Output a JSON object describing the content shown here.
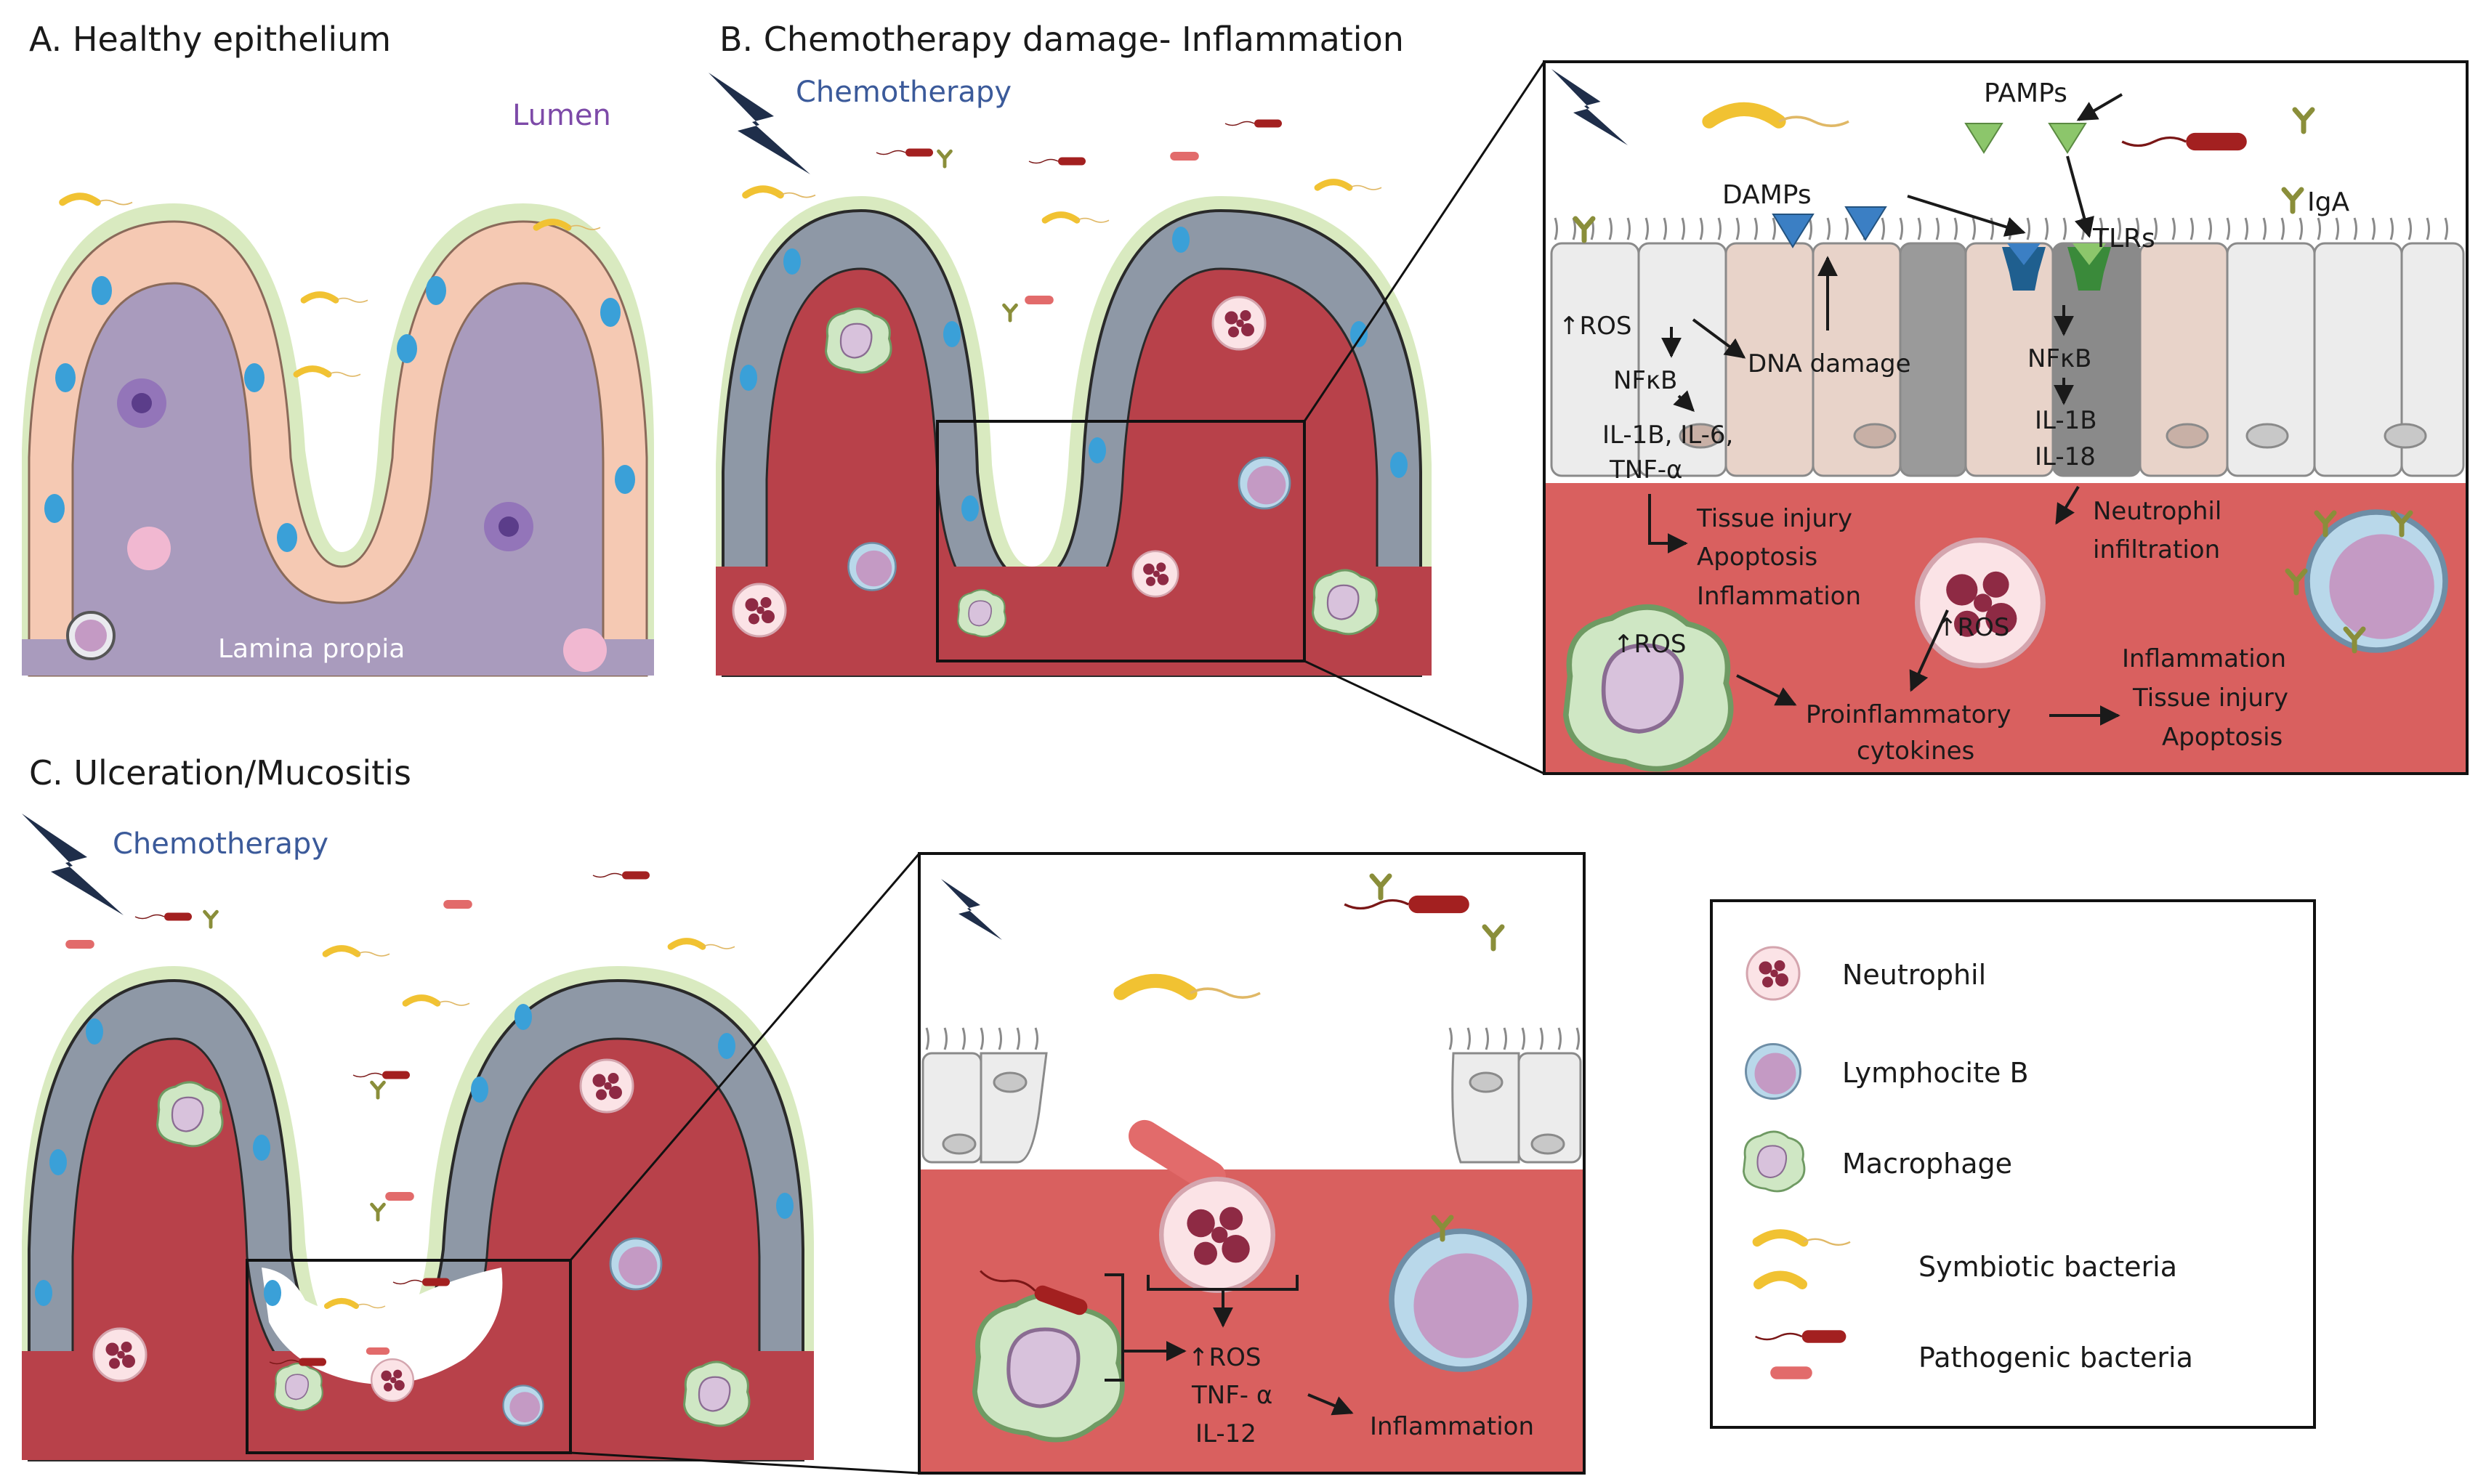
{
  "panels": {
    "a_title": "A. Healthy epithelium",
    "b_title": "B. Chemotherapy damage- Inflammation",
    "c_title": "C. Ulceration/Mucositis"
  },
  "labels": {
    "lumen": "Lumen",
    "lamina_propia": "Lamina propia",
    "chemotherapy": "Chemotherapy"
  },
  "inset_b": {
    "pamps": "PAMPs",
    "damps": "DAMPs",
    "tlrs": "TLRs",
    "iga": "IgA",
    "ros": "↑ROS",
    "nfkb": "NFκB",
    "cytokines_l1": "IL-1B, IL-6,",
    "cytokines_l2": "TNF-α",
    "dna_damage": "DNA damage",
    "nfkb2": "NFκB",
    "il1b": "IL-1B",
    "il18": "IL-18",
    "tissue_injury": "Tissue injury",
    "apoptosis": "Apoptosis",
    "inflammation": "Inflammation",
    "neutrophil_l1": "Neutrophil",
    "neutrophil_l2": "infiltration",
    "ros_neutrophil": "↑ROS",
    "ros_macrophage": "↑ROS",
    "proinf_l1": "Proinflammatory",
    "proinf_l2": "cytokines",
    "out_l1": "Inflammation",
    "out_l2": "Tissue injury",
    "out_l3": "Apoptosis"
  },
  "inset_c": {
    "ros": "↑ROS",
    "tnf": "TNF- α",
    "il12": "IL-12",
    "inflammation": "Inflammation"
  },
  "legend": {
    "neutrophil": "Neutrophil",
    "lymphocyte": "Lymphocite B",
    "macrophage": "Macrophage",
    "symbiotic": "Symbiotic bacteria",
    "pathogenic": "Pathogenic bacteria"
  },
  "colors": {
    "healthy_tissue": "#a99bbd",
    "healthy_cell": "#f5c9b3",
    "damaged_tissue": "#b8414a",
    "damaged_cell": "#8e98a6",
    "inset_tissue": "#d9605f",
    "mucus": "#d9eac0",
    "goblet": "#3aa0d8",
    "symbiotic": "#f1c232",
    "pathogenic": "#a32020",
    "chemo_bolt": "#1f2e4a",
    "damps": "#3b7fc4",
    "pamps": "#8cc66b"
  }
}
